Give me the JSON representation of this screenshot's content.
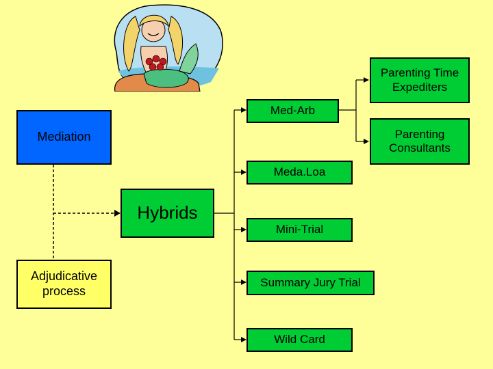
{
  "nodes": {
    "parenting_time_expediters": "Parenting Time Expediters",
    "med_arb": "Med-Arb",
    "parenting_consultants": "Parenting Consultants",
    "mediation": "Mediation",
    "meda_loa": "Meda.Loa",
    "hybrids": "Hybrids",
    "mini_trial": "Mini-Trial",
    "adjudicative_process": "Adjudicative process",
    "summary_jury_trial": "Summary Jury Trial",
    "wild_card": "Wild Card"
  },
  "colors": {
    "background": "#ffff99",
    "green": "#00cc33",
    "blue": "#0066ff",
    "yellow": "#ffff66"
  },
  "illustration": "mermaid-holding-roses"
}
